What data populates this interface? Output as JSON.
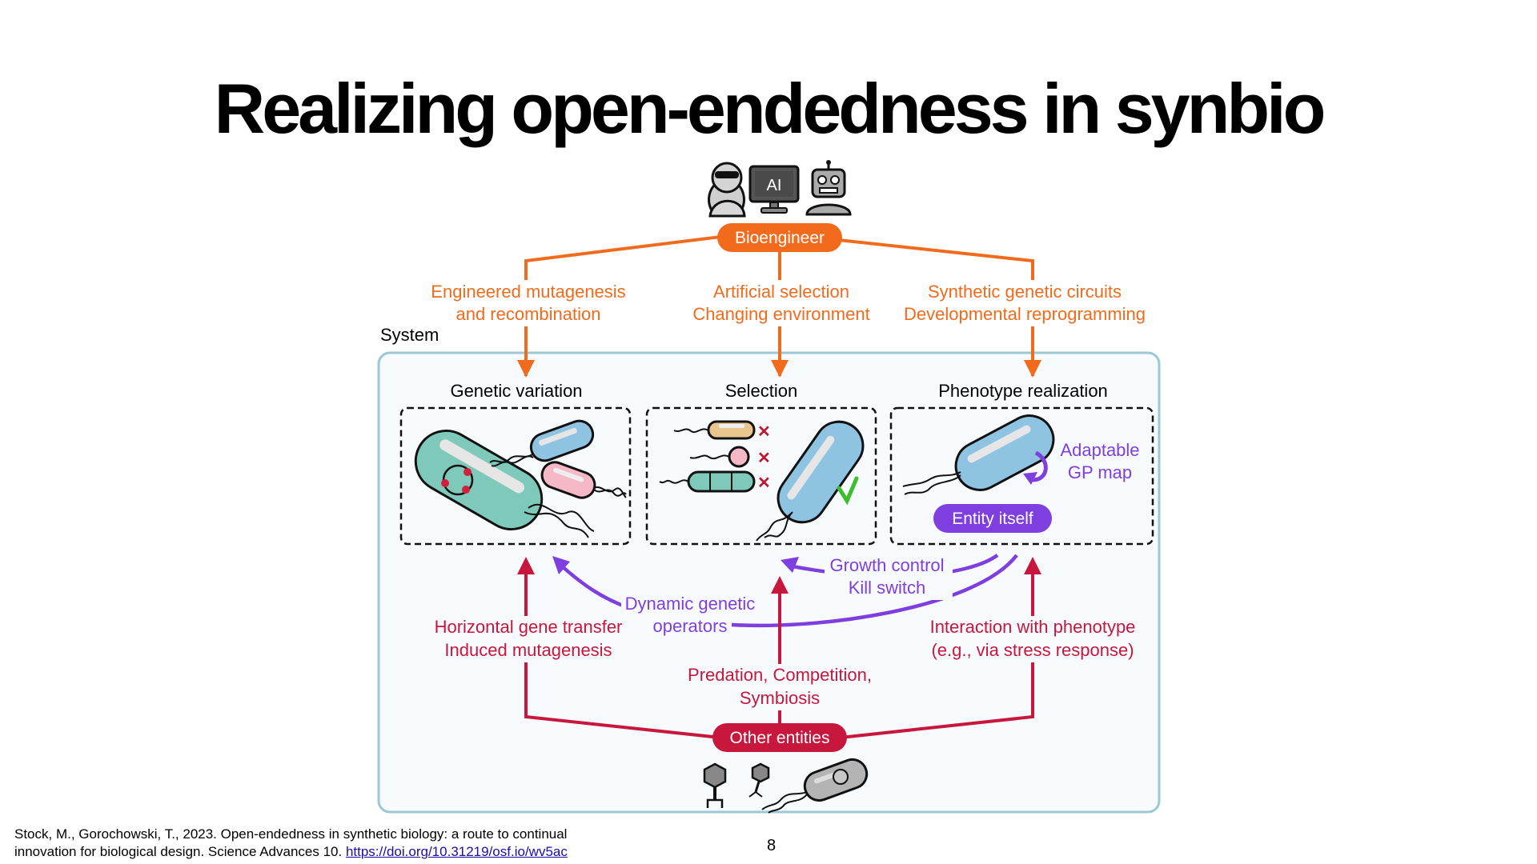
{
  "slide": {
    "title": "Realizing open-endedness in synbio",
    "page_number": "8"
  },
  "footer": {
    "citation_line1": "Stock, M., Gorochowski, T., 2023. Open-endedness in synthetic biology: a route to continual",
    "citation_line2": "innovation for biological design. Science Advances 10.",
    "link_text": "https://doi.org/10.31219/osf.io/wv5ac"
  },
  "diagram": {
    "top_icons": [
      "person-goggles-icon",
      "ai-monitor-icon",
      "robot-icon"
    ],
    "ai_monitor_label": "AI",
    "bioengineer_label": "Bioengineer",
    "engineer_actions": [
      {
        "line1": "Engineered mutagenesis",
        "line2": "and recombination"
      },
      {
        "line1": "Artificial selection",
        "line2": "Changing environment"
      },
      {
        "line1": "Synthetic genetic circuits",
        "line2": "Developmental reprogramming"
      }
    ],
    "system_label": "System",
    "stages": [
      {
        "label": "Genetic variation"
      },
      {
        "label": "Selection"
      },
      {
        "label": "Phenotype realization"
      }
    ],
    "phenotype": {
      "gp_map_line1": "Adaptable",
      "gp_map_line2": "GP map",
      "entity_label": "Entity itself"
    },
    "feedback": {
      "growth_line1": "Growth control",
      "growth_line2": "Kill switch",
      "dynamic_line1": "Dynamic genetic",
      "dynamic_line2": "operators"
    },
    "other_influences": [
      {
        "line1": "Horizontal gene transfer",
        "line2": "Induced mutagenesis"
      },
      {
        "line1": "Predation, Competition,",
        "line2": "Symbiosis"
      },
      {
        "line1": "Interaction with phenotype",
        "line2": "(e.g., via stress response)"
      }
    ],
    "other_entities_label": "Other entities",
    "bottom_icons": [
      "bacteriophage-icon",
      "bacteriophage-small-icon",
      "bacterium-gray-icon"
    ]
  },
  "colors": {
    "orange": "#F26B1D",
    "red": "#C8173D",
    "purple": "#7F3FE0",
    "system_border": "#9CC7D6",
    "system_fill": "#F7FBFD",
    "green_check": "#3DBE2C"
  }
}
